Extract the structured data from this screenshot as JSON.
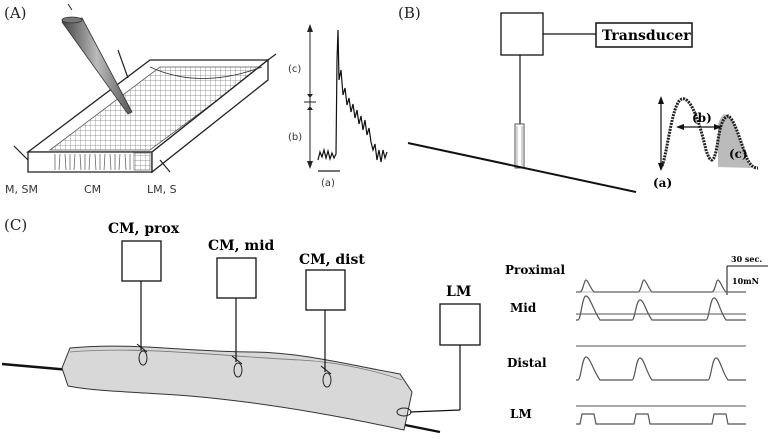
{
  "panels": {
    "a": {
      "label": "(A)",
      "tissue_labels": [
        "M, SM",
        "CM",
        "LM, S"
      ],
      "trace_marks": [
        "(c)",
        "(b)",
        "(a)"
      ]
    },
    "b": {
      "label": "(B)",
      "transducer": "Transducer",
      "marks": [
        "(b)",
        "(c)",
        "(a)"
      ]
    },
    "c": {
      "label": "(C)",
      "electrodes": [
        "CM, prox",
        "CM, mid",
        "CM, dist",
        "LM"
      ],
      "traces": [
        "Proximal",
        "Mid",
        "Distal",
        "LM"
      ],
      "scale_time": "30 sec.",
      "scale_force": "10mN"
    }
  }
}
